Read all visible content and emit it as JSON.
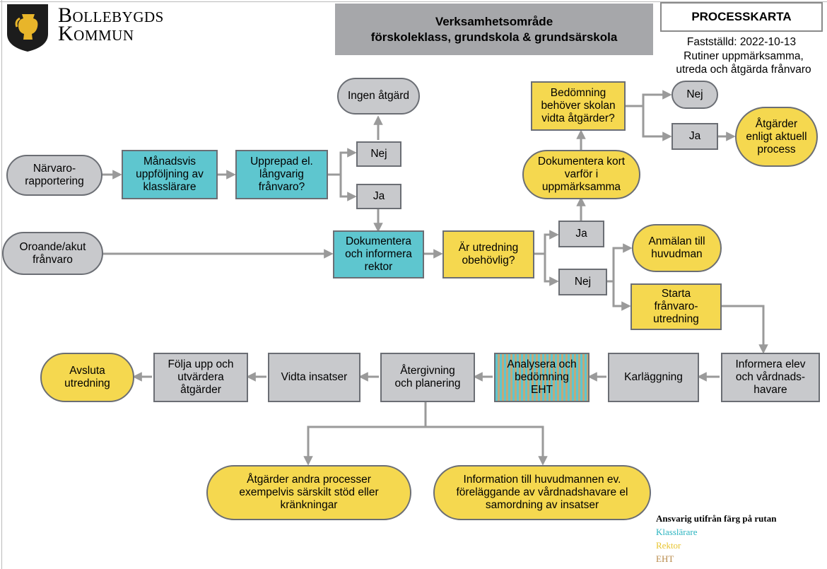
{
  "header": {
    "logo_line1": "Bollebygds",
    "logo_line2": "Kommun",
    "area_title": "Verksamhetsområde\nförskoleklass, grundskola & grundsärskola",
    "process_title": "PROCESSKARTA",
    "established": "Fastställd: 2022-10-13",
    "routine": "Rutiner uppmärksamma,\nutreda och åtgärda frånvaro"
  },
  "nodes": {
    "narvaro": "Närvaro-\nrapportering",
    "manadsvis": "Månadsvis\nuppföljning av\nklasslärare",
    "upprepad": "Upprepad el.\nlångvarig\nfrånvaro?",
    "nej1": "Nej",
    "ja1": "Ja",
    "ingen": "Ingen åtgärd",
    "oroande": "Oroande/akut\nfrånvaro",
    "dokumentera_info": "Dokumentera\noch informera\nrektor",
    "utredning_obehovlig": "Är utredning\nobehövlig?",
    "ja2": "Ja",
    "nej2": "Nej",
    "dokumentera_kort": "Dokumentera kort\nvarför i\nuppmärksamma",
    "bedomning": "Bedömning\nbehöver skolan\nvidta åtgärder?",
    "nej3": "Nej",
    "ja3": "Ja",
    "atgarder_aktuell": "Åtgärder\nenligt aktuell\nprocess",
    "anmalan": "Anmälan till\nhuvudman",
    "starta": "Starta\nfrånvaro-\nutredning",
    "informera_elev": "Informera elev\noch vårdnads-\nhavare",
    "karlaggning": "Karläggning",
    "analysera": "Analysera och\nbedömning\nEHT",
    "atergivning": "Återgivning\noch planering",
    "vidta": "Vidta insatser",
    "folja": "Följa upp och\nutvärdera\nåtgärder",
    "avsluta": "Avsluta\nutredning",
    "atgarder_andra": "Åtgärder andra processer\nexempelvis särskilt stöd eller\nkränkningar",
    "information_huvudman": "Information till huvudmannen ev.\nföreläggande av vårdnadshavare el\nsamordning av insatser"
  },
  "legend": {
    "title": "Ansvarig utifrån färg på rutan",
    "items": [
      {
        "label": "Klasslärare",
        "color": "#2bb4c0"
      },
      {
        "label": "Rektor",
        "color": "#e8c530"
      },
      {
        "label": "EHT",
        "color": "#b88a4a"
      }
    ]
  },
  "colors": {
    "gray": "#c8c9cc",
    "teal": "#5ec6cf",
    "yellow": "#f5d84f",
    "connector": "#9a9a9a"
  }
}
